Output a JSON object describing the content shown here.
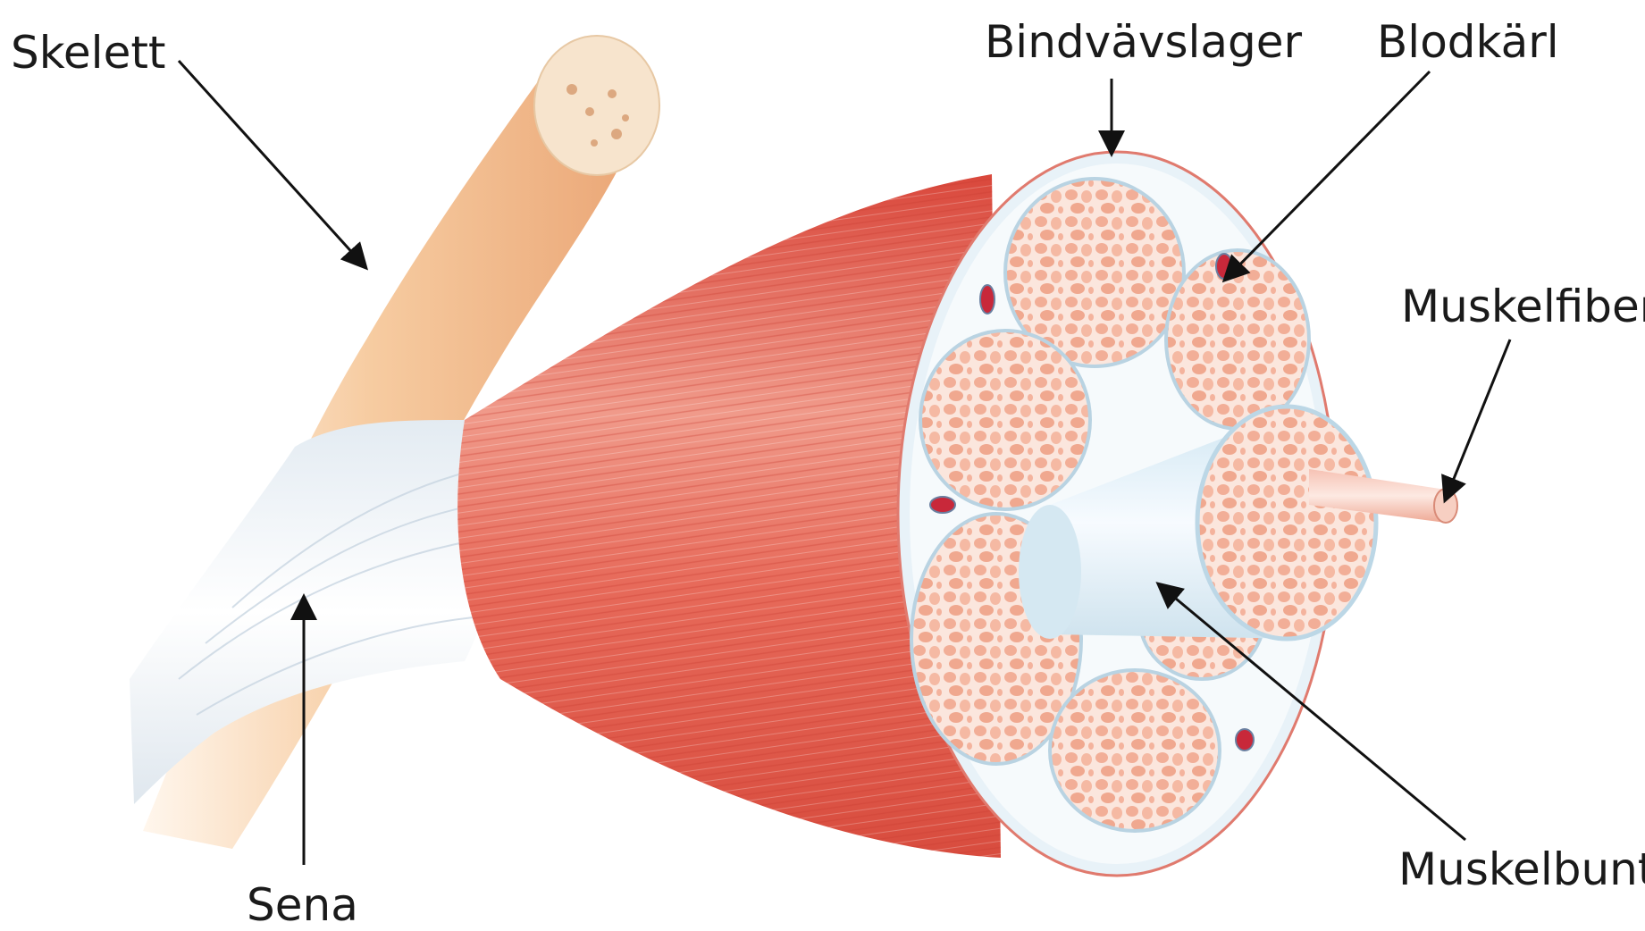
{
  "labels": {
    "skelett": "Skelett",
    "bindvavslager": "Bindvävslager",
    "blodkarl": "Blodkärl",
    "muskelfiber": "Muskelfiber",
    "muskelbunt": "Muskelbunt",
    "sena": "Sena"
  },
  "colors": {
    "bone": "#f2b98a",
    "tendon": "#eef2f6",
    "muscle": "#e2604f",
    "fascicle_fill": "#fbe2d8",
    "fiber_cell": "#f3b29c",
    "connective": "#d7e8f2",
    "vessel": "#c8283a",
    "arrow": "#111111"
  }
}
